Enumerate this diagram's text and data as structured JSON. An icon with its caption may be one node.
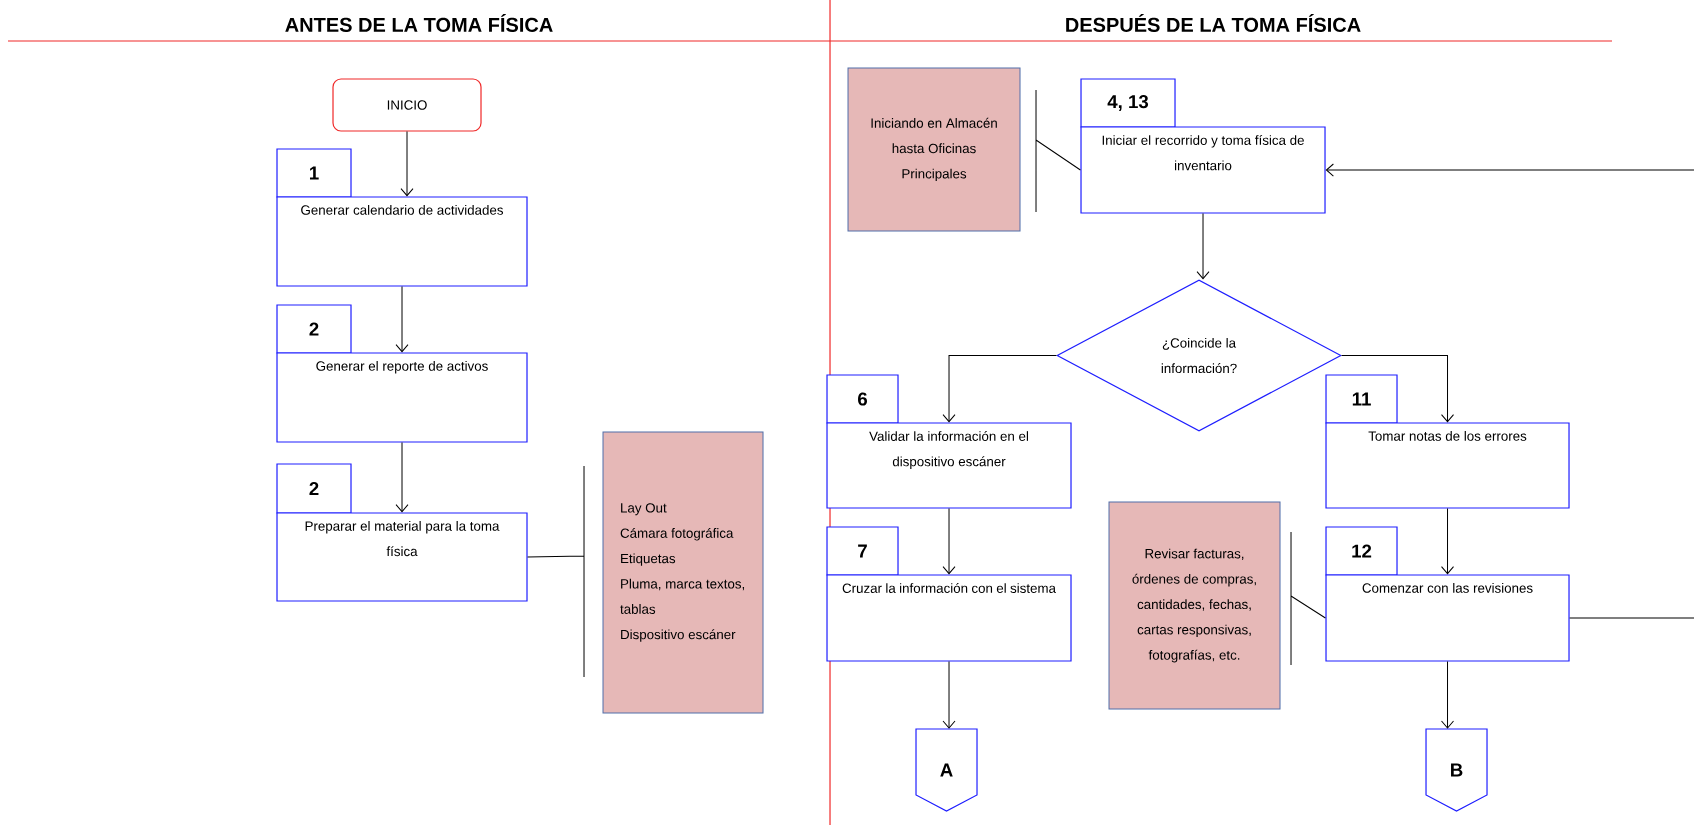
{
  "diagram": {
    "nodes": [
      {
        "text": [
          "INICIO"
        ]
      },
      {
        "text": [
          "1",
          "Generar calendario de actividades"
        ]
      },
      {
        "text": [
          "2",
          "Generar el reporte de activos"
        ]
      },
      {
        "text": [
          "2",
          "Preparar el material para la toma física"
        ]
      },
      {
        "text": [
          "Lay Out",
          "Cámara fotográfica",
          "Etiquetas",
          "Pluma, marca textos, tablas",
          "Dispositivo escáner"
        ]
      },
      {
        "text": [
          "Iniciando en Almacén hasta Oficinas Principales"
        ]
      },
      {
        "text": [
          "4, 13",
          "Iniciar el recorrido y toma física de inventario"
        ]
      },
      {
        "text": [
          "¿Coincide la información?"
        ]
      },
      {
        "text": [
          "6",
          "Validar la información en el dispositivo escáner"
        ]
      },
      {
        "text": [
          "7",
          "Cruzar la información con el sistema"
        ]
      },
      {
        "text": [
          "A"
        ]
      },
      {
        "text": [
          "11",
          "Tomar notas de los errores"
        ]
      },
      {
        "text": [
          "Revisar facturas, órdenes de compras, cantidades, fechas, cartas responsivas, fotografías, etc."
        ]
      },
      {
        "text": [
          "12",
          "Comenzar con las revisiones"
        ]
      },
      {
        "text": [
          "B"
        ]
      }
    ],
    "edges": [
      {
        "from": 0,
        "to": 1,
        "arrow": "to"
      },
      {
        "from": 1,
        "to": 2,
        "arrow": "to"
      },
      {
        "from": 2,
        "to": 3,
        "arrow": "to"
      },
      {
        "from": 3,
        "to": 4,
        "arrow": "none"
      },
      {
        "from": 6,
        "to": 5,
        "arrow": "none"
      },
      {
        "from": null,
        "to": 6,
        "arrow": "to"
      },
      {
        "from": 6,
        "to": 7,
        "arrow": "to"
      },
      {
        "from": 7,
        "to": 8,
        "arrow": "to"
      },
      {
        "from": 7,
        "to": 11,
        "arrow": "to"
      },
      {
        "from": 8,
        "to": 9,
        "arrow": "to"
      },
      {
        "from": 9,
        "to": 10,
        "arrow": "to"
      },
      {
        "from": 11,
        "to": 13,
        "arrow": "to"
      },
      {
        "from": 13,
        "to": 12,
        "arrow": "none"
      },
      {
        "from": 13,
        "to": 14,
        "arrow": "to"
      },
      {
        "from": 13,
        "to": null,
        "arrow": "none"
      }
    ],
    "labels": [
      "ANTES DE LA TOMA FÍSICA",
      "DESPUÉS DE LA TOMA FÍSICA"
    ]
  }
}
